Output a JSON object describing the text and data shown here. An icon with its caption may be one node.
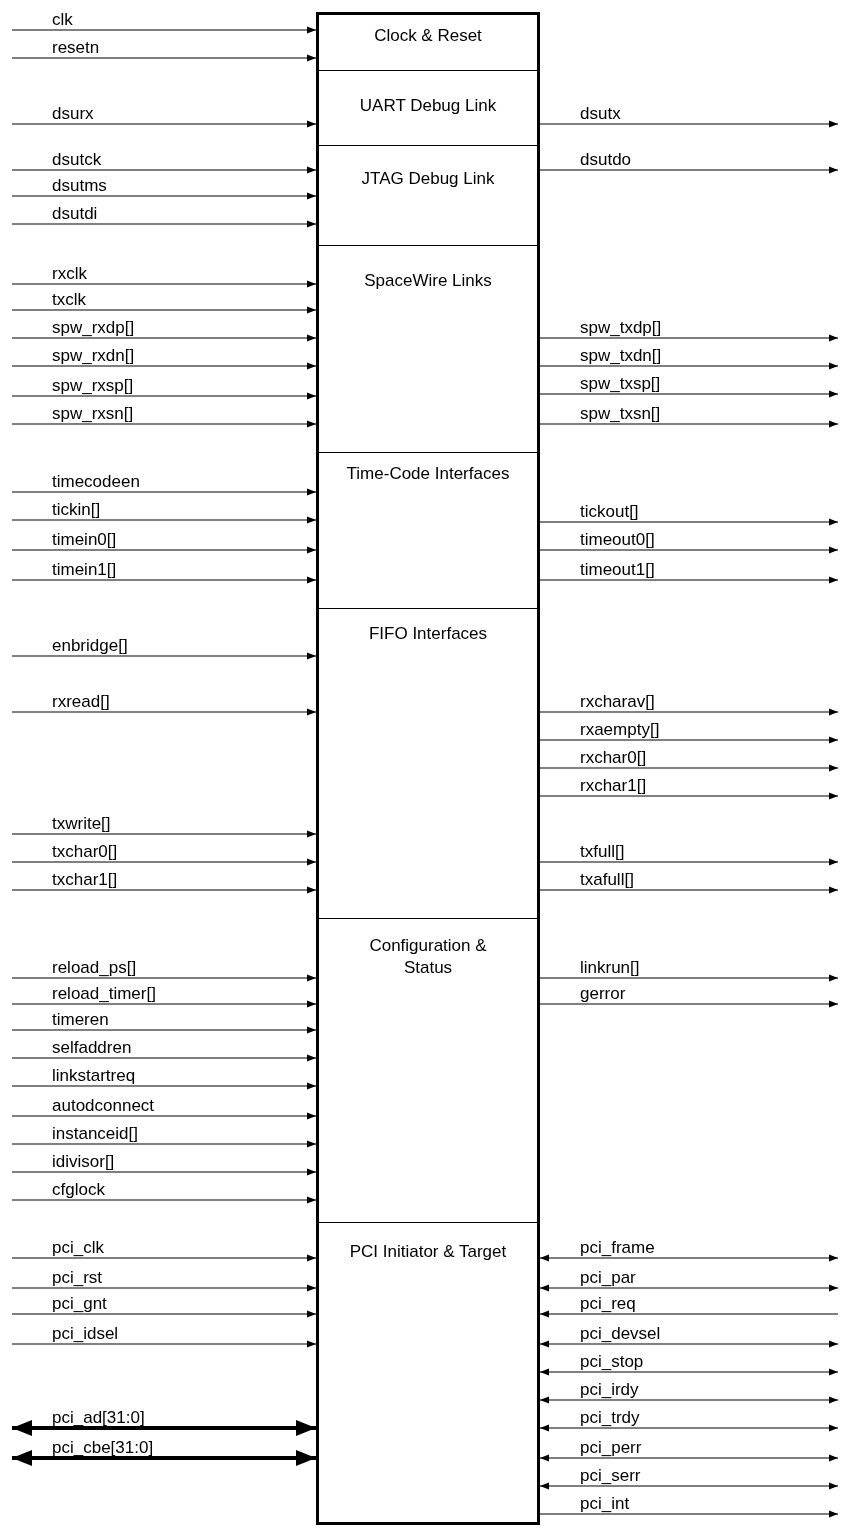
{
  "diagram": {
    "nodes": [
      {
        "text": [
          "Clock & Reset"
        ]
      },
      {
        "text": [
          "UART Debug Link"
        ]
      },
      {
        "text": [
          "JTAG Debug Link"
        ]
      },
      {
        "text": [
          "SpaceWire Links"
        ]
      },
      {
        "text": [
          "Time-Code Interfaces"
        ]
      },
      {
        "text": [
          "FIFO Interfaces"
        ]
      },
      {
        "text": [
          "Configuration & Status"
        ]
      },
      {
        "text": [
          "PCI Initiator & Target"
        ]
      }
    ],
    "edges": [
      {
        "from": null,
        "to": 0,
        "arrow": "to",
        "label": "clk"
      },
      {
        "from": null,
        "to": 0,
        "arrow": "to",
        "label": "resetn"
      },
      {
        "from": null,
        "to": 1,
        "arrow": "to",
        "label": "dsurx"
      },
      {
        "from": 1,
        "to": null,
        "arrow": "to",
        "label": "dsutx"
      },
      {
        "from": null,
        "to": 2,
        "arrow": "to",
        "label": "dsutck"
      },
      {
        "from": null,
        "to": 2,
        "arrow": "to",
        "label": "dsutms"
      },
      {
        "from": null,
        "to": 2,
        "arrow": "to",
        "label": "dsutdi"
      },
      {
        "from": 2,
        "to": null,
        "arrow": "to",
        "label": "dsutdo"
      },
      {
        "from": null,
        "to": 3,
        "arrow": "to",
        "label": "rxclk"
      },
      {
        "from": null,
        "to": 3,
        "arrow": "to",
        "label": "txclk"
      },
      {
        "from": null,
        "to": 3,
        "arrow": "to",
        "label": "spw_rxdp[]"
      },
      {
        "from": null,
        "to": 3,
        "arrow": "to",
        "label": "spw_rxdn[]"
      },
      {
        "from": null,
        "to": 3,
        "arrow": "to",
        "label": "spw_rxsp[]"
      },
      {
        "from": null,
        "to": 3,
        "arrow": "to",
        "label": "spw_rxsn[]"
      },
      {
        "from": 3,
        "to": null,
        "arrow": "to",
        "label": "spw_txdp[]"
      },
      {
        "from": 3,
        "to": null,
        "arrow": "to",
        "label": "spw_txdn[]"
      },
      {
        "from": 3,
        "to": null,
        "arrow": "to",
        "label": "spw_txsp[]"
      },
      {
        "from": 3,
        "to": null,
        "arrow": "to",
        "label": "spw_txsn[]"
      },
      {
        "from": null,
        "to": 4,
        "arrow": "to",
        "label": "timecodeen"
      },
      {
        "from": null,
        "to": 4,
        "arrow": "to",
        "label": "tickin[]"
      },
      {
        "from": null,
        "to": 4,
        "arrow": "to",
        "label": "timein0[]"
      },
      {
        "from": null,
        "to": 4,
        "arrow": "to",
        "label": "timein1[]"
      },
      {
        "from": 4,
        "to": null,
        "arrow": "to",
        "label": "tickout[]"
      },
      {
        "from": 4,
        "to": null,
        "arrow": "to",
        "label": "timeout0[]"
      },
      {
        "from": 4,
        "to": null,
        "arrow": "to",
        "label": "timeout1[]"
      },
      {
        "from": null,
        "to": 5,
        "arrow": "to",
        "label": "enbridge[]"
      },
      {
        "from": null,
        "to": 5,
        "arrow": "to",
        "label": "rxread[]"
      },
      {
        "from": null,
        "to": 5,
        "arrow": "to",
        "label": "txwrite[]"
      },
      {
        "from": null,
        "to": 5,
        "arrow": "to",
        "label": "txchar0[]"
      },
      {
        "from": null,
        "to": 5,
        "arrow": "to",
        "label": "txchar1[]"
      },
      {
        "from": 5,
        "to": null,
        "arrow": "to",
        "label": "rxcharav[]"
      },
      {
        "from": 5,
        "to": null,
        "arrow": "to",
        "label": "rxaempty[]"
      },
      {
        "from": 5,
        "to": null,
        "arrow": "to",
        "label": "rxchar0[]"
      },
      {
        "from": 5,
        "to": null,
        "arrow": "to",
        "label": "rxchar1[]"
      },
      {
        "from": 5,
        "to": null,
        "arrow": "to",
        "label": "txfull[]"
      },
      {
        "from": 5,
        "to": null,
        "arrow": "to",
        "label": "txafull[]"
      },
      {
        "from": null,
        "to": 6,
        "arrow": "to",
        "label": "reload_ps[]"
      },
      {
        "from": null,
        "to": 6,
        "arrow": "to",
        "label": "reload_timer[]"
      },
      {
        "from": null,
        "to": 6,
        "arrow": "to",
        "label": "timeren"
      },
      {
        "from": null,
        "to": 6,
        "arrow": "to",
        "label": "selfaddren"
      },
      {
        "from": null,
        "to": 6,
        "arrow": "to",
        "label": "linkstartreq"
      },
      {
        "from": null,
        "to": 6,
        "arrow": "to",
        "label": "autodconnect"
      },
      {
        "from": null,
        "to": 6,
        "arrow": "to",
        "label": "instanceid[]"
      },
      {
        "from": null,
        "to": 6,
        "arrow": "to",
        "label": "idivisor[]"
      },
      {
        "from": null,
        "to": 6,
        "arrow": "to",
        "label": "cfglock"
      },
      {
        "from": 6,
        "to": null,
        "arrow": "to",
        "label": "linkrun[]"
      },
      {
        "from": 6,
        "to": null,
        "arrow": "to",
        "label": "gerror"
      },
      {
        "from": null,
        "to": 7,
        "arrow": "to",
        "label": "pci_clk"
      },
      {
        "from": null,
        "to": 7,
        "arrow": "to",
        "label": "pci_rst"
      },
      {
        "from": null,
        "to": 7,
        "arrow": "to",
        "label": "pci_gnt"
      },
      {
        "from": null,
        "to": 7,
        "arrow": "to",
        "label": "pci_idsel"
      },
      {
        "from": null,
        "to": 7,
        "arrow": "both",
        "label": "pci_ad[31:0]",
        "style": "thick"
      },
      {
        "from": null,
        "to": 7,
        "arrow": "both",
        "label": "pci_cbe[31:0]",
        "style": "thick"
      },
      {
        "from": 7,
        "to": null,
        "arrow": "both",
        "label": "pci_frame"
      },
      {
        "from": 7,
        "to": null,
        "arrow": "both",
        "label": "pci_par"
      },
      {
        "from": null,
        "to": 7,
        "arrow": "to",
        "label": "pci_req"
      },
      {
        "from": 7,
        "to": null,
        "arrow": "both",
        "label": "pci_devsel"
      },
      {
        "from": 7,
        "to": null,
        "arrow": "both",
        "label": "pci_stop"
      },
      {
        "from": 7,
        "to": null,
        "arrow": "both",
        "label": "pci_irdy"
      },
      {
        "from": 7,
        "to": null,
        "arrow": "both",
        "label": "pci_trdy"
      },
      {
        "from": 7,
        "to": null,
        "arrow": "both",
        "label": "pci_perr"
      },
      {
        "from": 7,
        "to": null,
        "arrow": "both",
        "label": "pci_serr"
      },
      {
        "from": 7,
        "to": null,
        "arrow": "to",
        "label": "pci_int"
      }
    ]
  }
}
